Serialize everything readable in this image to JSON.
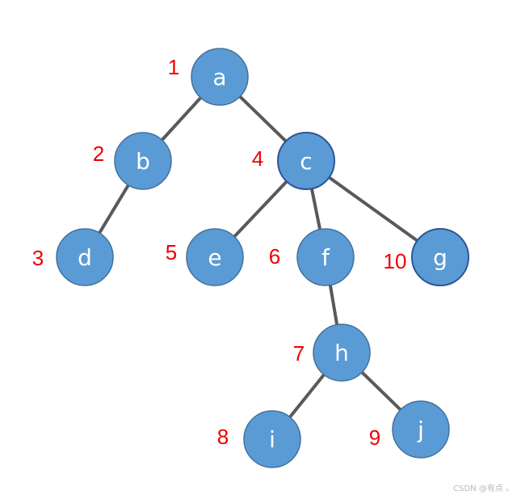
{
  "colors": {
    "node_fill": "#5b9bd5",
    "node_stroke": "#41719c",
    "node_stroke_dark": "#2f5597",
    "edge": "#595959",
    "order_number": "#ee0000",
    "node_text": "#ffffff"
  },
  "nodes": [
    {
      "id": "a",
      "label": "a",
      "order": "1"
    },
    {
      "id": "b",
      "label": "b",
      "order": "2"
    },
    {
      "id": "c",
      "label": "c",
      "order": "4"
    },
    {
      "id": "d",
      "label": "d",
      "order": "3"
    },
    {
      "id": "e",
      "label": "e",
      "order": "5"
    },
    {
      "id": "f",
      "label": "f",
      "order": "6"
    },
    {
      "id": "g",
      "label": "g",
      "order": "10"
    },
    {
      "id": "h",
      "label": "h",
      "order": "7"
    },
    {
      "id": "i",
      "label": "i",
      "order": "8"
    },
    {
      "id": "j",
      "label": "j",
      "order": "9"
    }
  ],
  "edges": [
    {
      "from": "a",
      "to": "b"
    },
    {
      "from": "a",
      "to": "c"
    },
    {
      "from": "b",
      "to": "d"
    },
    {
      "from": "c",
      "to": "e"
    },
    {
      "from": "c",
      "to": "f"
    },
    {
      "from": "c",
      "to": "g"
    },
    {
      "from": "f",
      "to": "h"
    },
    {
      "from": "h",
      "to": "i"
    },
    {
      "from": "h",
      "to": "j"
    }
  ],
  "watermark": "CSDN @有点 。"
}
